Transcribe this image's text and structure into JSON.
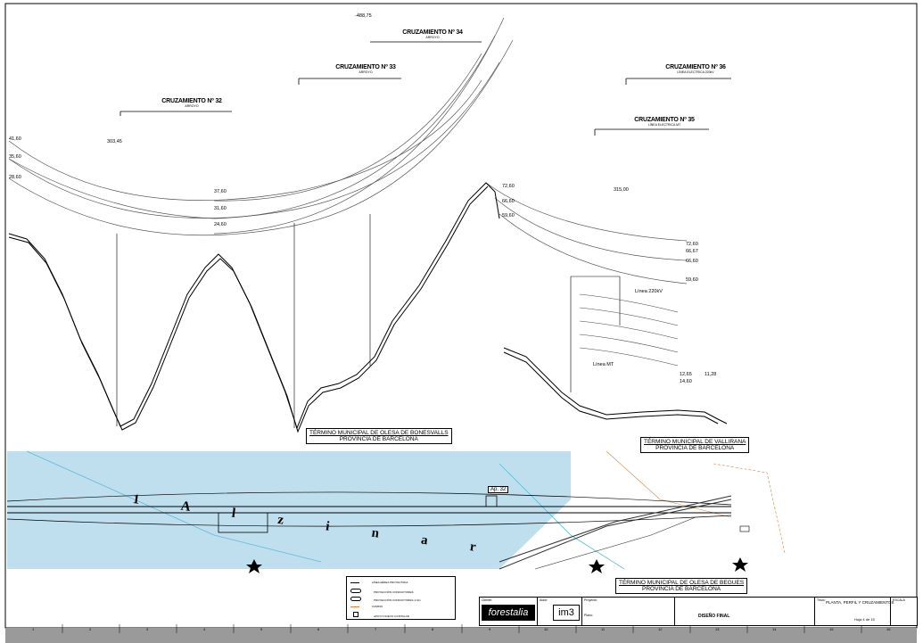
{
  "crossings": [
    {
      "title": "CRUZAMIENTO Nº 32",
      "subtitle": "ARROYO"
    },
    {
      "title": "CRUZAMIENTO Nº 33",
      "subtitle": "ARROYO"
    },
    {
      "title": "CRUZAMIENTO Nº 34",
      "subtitle": "ARROYO"
    },
    {
      "title": "CRUZAMIENTO Nº 35",
      "subtitle": "LÍNEA ELECTRICA MT"
    },
    {
      "title": "CRUZAMIENTO Nº 36",
      "subtitle": "LÍNEA ELECTRICA 220kV"
    }
  ],
  "elevations": {
    "top_peak": "-488,75",
    "left_41": "41,60",
    "left_35": "35,60",
    "left_28": "28,60",
    "span_1": "303,45",
    "span_2": "315,00",
    "mid_37": "37,60",
    "mid_31": "31,60",
    "mid_24": "24,60",
    "right_72": "72,60",
    "right_66": "66,60",
    "right_59": "59,60",
    "r2_72": "72,60",
    "r2_68": "66,67",
    "r2_66": "66,60",
    "r2_59": "59,60",
    "low_12": "12,65",
    "low_1": "11,28",
    "low_2": "14,60"
  },
  "annotations": {
    "linea_mt": "Línea MT",
    "linea_220": "Línea 220kV"
  },
  "terms": [
    {
      "line1": "TÉRMINO MUNICIPAL DE OLESA DE BONESVALLS",
      "line2": "PROVINCIA DE BARCELONA"
    },
    {
      "line1": "TÉRMINO MUNICIPAL DE VALLIRANA",
      "line2": "PROVINCIA DE BARCELONA"
    },
    {
      "line1": "TÉRMINO MUNICIPAL DE OLESA DE BEGUES",
      "line2": "PROVINCIA DE BARCELONA"
    }
  ],
  "plan": {
    "river_label": "1 A l z i n a r",
    "apoyo": "Ap. 32"
  },
  "legend": [
    "LÍNEA AÉREA PROYECTADA",
    "PROYECCIÓN CONDUCTORES",
    "PROYECCIÓN CONDUCTORES 1=2m",
    "CAMINO",
    "APOYO NUEVO A INSTALAR"
  ],
  "title_block": {
    "client_label": "Cliente:",
    "client_logo": "forestalia",
    "author_label": "Autor:",
    "author_logo": "im3",
    "project_label": "Proyecto:",
    "plan_label": "Plano:",
    "title_label": "Título:",
    "title_value": "PLANTA, PERFIL Y CRUZAMIENTOS",
    "scale_label": "ESCALA",
    "phase": "DISEÑO FINAL",
    "sheet_label": "Hoja",
    "sheet_value": "4",
    "of_label": "de",
    "of_value": "15"
  },
  "grid_numbers": [
    "1",
    "2",
    "3",
    "4",
    "5",
    "6",
    "7",
    "8",
    "9",
    "10",
    "11",
    "12",
    "13",
    "14",
    "15",
    "16"
  ],
  "colors": {
    "plan_fill": "#bfdfef",
    "river": "#5bbad8",
    "road": "#d8803a",
    "line": "#000000"
  }
}
